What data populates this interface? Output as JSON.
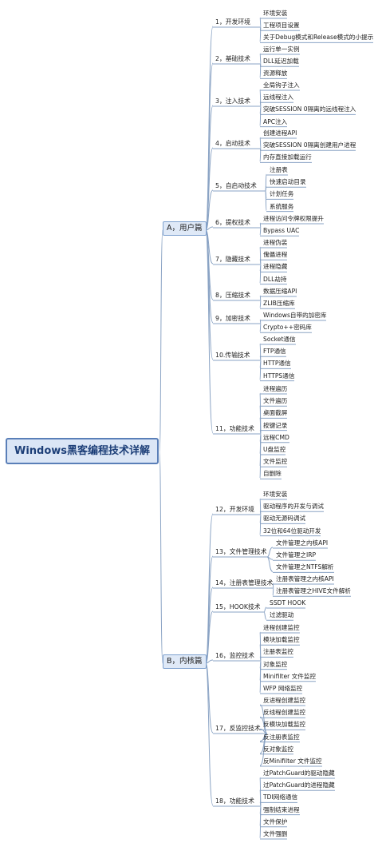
{
  "root": "Windows黑客编程技术详解",
  "sections": [
    {
      "label": "A，用户篇",
      "categories": [
        {
          "label": "1，开发环境",
          "items": [
            "环境安装",
            "工程项目设置",
            "关于Debug模式和Release模式的小提示"
          ]
        },
        {
          "label": "2，基础技术",
          "items": [
            "运行单一实例",
            "DLL延迟加载",
            "资源释放"
          ]
        },
        {
          "label": "3，注入技术",
          "items": [
            "全局钩子注入",
            "远线程注入",
            "突破SESSION 0隔离的远线程注入",
            "APC注入"
          ]
        },
        {
          "label": "4，启动技术",
          "items": [
            "创建进程API",
            "突破SESSION 0隔离创建用户进程",
            "内存直接加载运行"
          ]
        },
        {
          "label": "5，自启动技术",
          "items": [
            "注册表",
            "快速启动目录",
            "计划任务",
            "系统服务"
          ]
        },
        {
          "label": "6，提权技术",
          "items": [
            "进程访问令牌权限提升",
            "Bypass UAC"
          ]
        },
        {
          "label": "7，隐藏技术",
          "items": [
            "进程伪装",
            "傀儡进程",
            "进程隐藏",
            "DLL劫持"
          ]
        },
        {
          "label": "8，压缩技术",
          "items": [
            "数据压缩API",
            "ZLIB压缩库"
          ]
        },
        {
          "label": "9，加密技术",
          "items": [
            "Windows自带的加密库",
            "Crypto++密码库"
          ]
        },
        {
          "label": "10.传输技术",
          "items": [
            "Socket通信",
            "FTP通信",
            "HTTP通信",
            "HTTPS通信"
          ]
        },
        {
          "label": "11，功能技术",
          "items": [
            "进程遍历",
            "文件遍历",
            "桌面截屏",
            "按键记录",
            "远程CMD",
            "U盘监控",
            "文件监控",
            "自删除"
          ]
        }
      ]
    },
    {
      "label": "B，内核篇",
      "categories": [
        {
          "label": "12，开发环境",
          "items": [
            "环境安装",
            "驱动程序的开发与调试",
            "驱动无源码调试",
            "32位和64位驱动开发"
          ]
        },
        {
          "label": "13，文件管理技术",
          "items": [
            "文件管理之内核API",
            "文件管理之IRP",
            "文件管理之NTFS解析"
          ]
        },
        {
          "label": "14，注册表管理技术",
          "items": [
            "注册表管理之内核API",
            "注册表管理之HIVE文件解析"
          ]
        },
        {
          "label": "15，HOOK技术",
          "items": [
            "SSDT HOOK",
            "过滤驱动"
          ]
        },
        {
          "label": "16，监控技术",
          "items": [
            "进程创建监控",
            "模块加载监控",
            "注册表监控",
            "对象监控",
            "Minifilter 文件监控",
            "WFP 网络监控"
          ]
        },
        {
          "label": "17，反监控技术",
          "items": [
            "反进程创建监控",
            "反线程创建监控",
            "反模块加载监控",
            "反注册表监控",
            "反对象监控",
            "反Minifilter 文件监控"
          ]
        },
        {
          "label": "18，功能技术",
          "items": [
            "过PatchGuard的驱动隐藏",
            "过PatchGuard的进程隐藏",
            "TDI网络通信",
            "强制结束进程",
            "文件保护",
            "文件强删"
          ]
        }
      ]
    }
  ],
  "colors": {
    "line": "#8aa3c4",
    "root_fill": "#dbe6f6",
    "section_fill": "#dfe9f7"
  }
}
